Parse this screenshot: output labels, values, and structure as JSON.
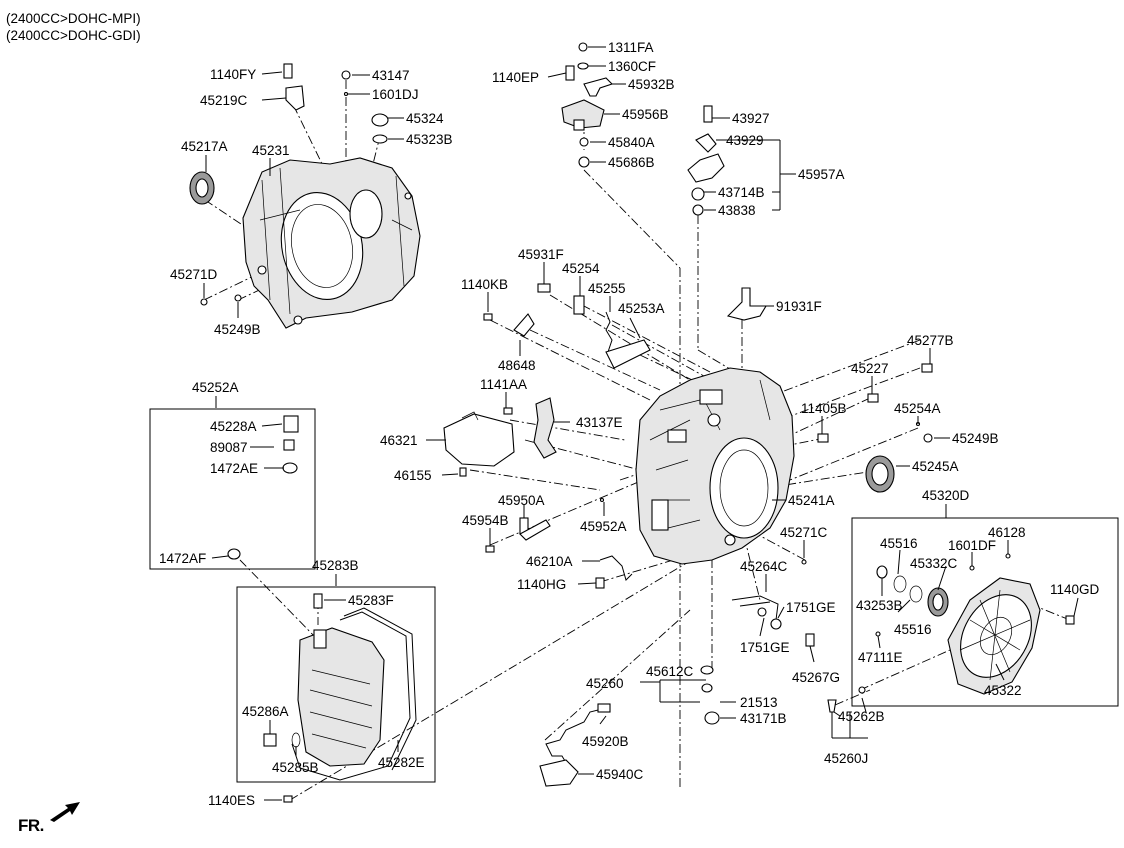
{
  "header": {
    "line1": "(2400CC>DOHC-MPI)",
    "line2": "(2400CC>DOHC-GDI)"
  },
  "front_indicator": "FR.",
  "parts": {
    "p1140FY": "1140FY",
    "p43147": "43147",
    "p45219C": "45219C",
    "p1601DJ": "1601DJ",
    "p45324": "45324",
    "p45323B": "45323B",
    "p45217A": "45217A",
    "p45231": "45231",
    "p45271D": "45271D",
    "p45249B_a": "45249B",
    "p1311FA": "1311FA",
    "p1140EP": "1140EP",
    "p1360CF": "1360CF",
    "p45932B": "45932B",
    "p45956B": "45956B",
    "p43927": "43927",
    "p45840A": "45840A",
    "p43929": "43929",
    "p45686B": "45686B",
    "p45957A": "45957A",
    "p43714B": "43714B",
    "p43838": "43838",
    "p45931F": "45931F",
    "p45254": "45254",
    "p1140KB": "1140KB",
    "p45255": "45255",
    "p45253A": "45253A",
    "p91931F": "91931F",
    "p48648": "48648",
    "p45277B": "45277B",
    "p45227": "45227",
    "p1141AA": "1141AA",
    "p11405B": "11405B",
    "p45254A": "45254A",
    "p43137E": "43137E",
    "p46321": "46321",
    "p45249B_b": "45249B",
    "p45245A": "45245A",
    "p46155": "46155",
    "p45241A": "45241A",
    "p45320D": "45320D",
    "p45950A": "45950A",
    "p45954B": "45954B",
    "p45952A": "45952A",
    "p45271C": "45271C",
    "p46128": "46128",
    "p45516_a": "45516",
    "p1601DF": "1601DF",
    "p45332C": "45332C",
    "p46210A": "46210A",
    "p45264C": "45264C",
    "p1140HG": "1140HG",
    "p1140GD": "1140GD",
    "p43253B": "43253B",
    "p1751GE_a": "1751GE",
    "p45516_b": "45516",
    "p1751GE_b": "1751GE",
    "p47111E": "47111E",
    "p45267G": "45267G",
    "p45322": "45322",
    "p45612C": "45612C",
    "p45260": "45260",
    "p21513": "21513",
    "p43171B": "43171B",
    "p45262B": "45262B",
    "p45920B": "45920B",
    "p45260J": "45260J",
    "p45940C": "45940C",
    "p45252A": "45252A",
    "p45228A": "45228A",
    "p89087": "89087",
    "p1472AE": "1472AE",
    "p1472AF": "1472AF",
    "p45283B": "45283B",
    "p45283F": "45283F",
    "p45286A": "45286A",
    "p45285B": "45285B",
    "p45282E": "45282E",
    "p1140ES": "1140ES"
  }
}
